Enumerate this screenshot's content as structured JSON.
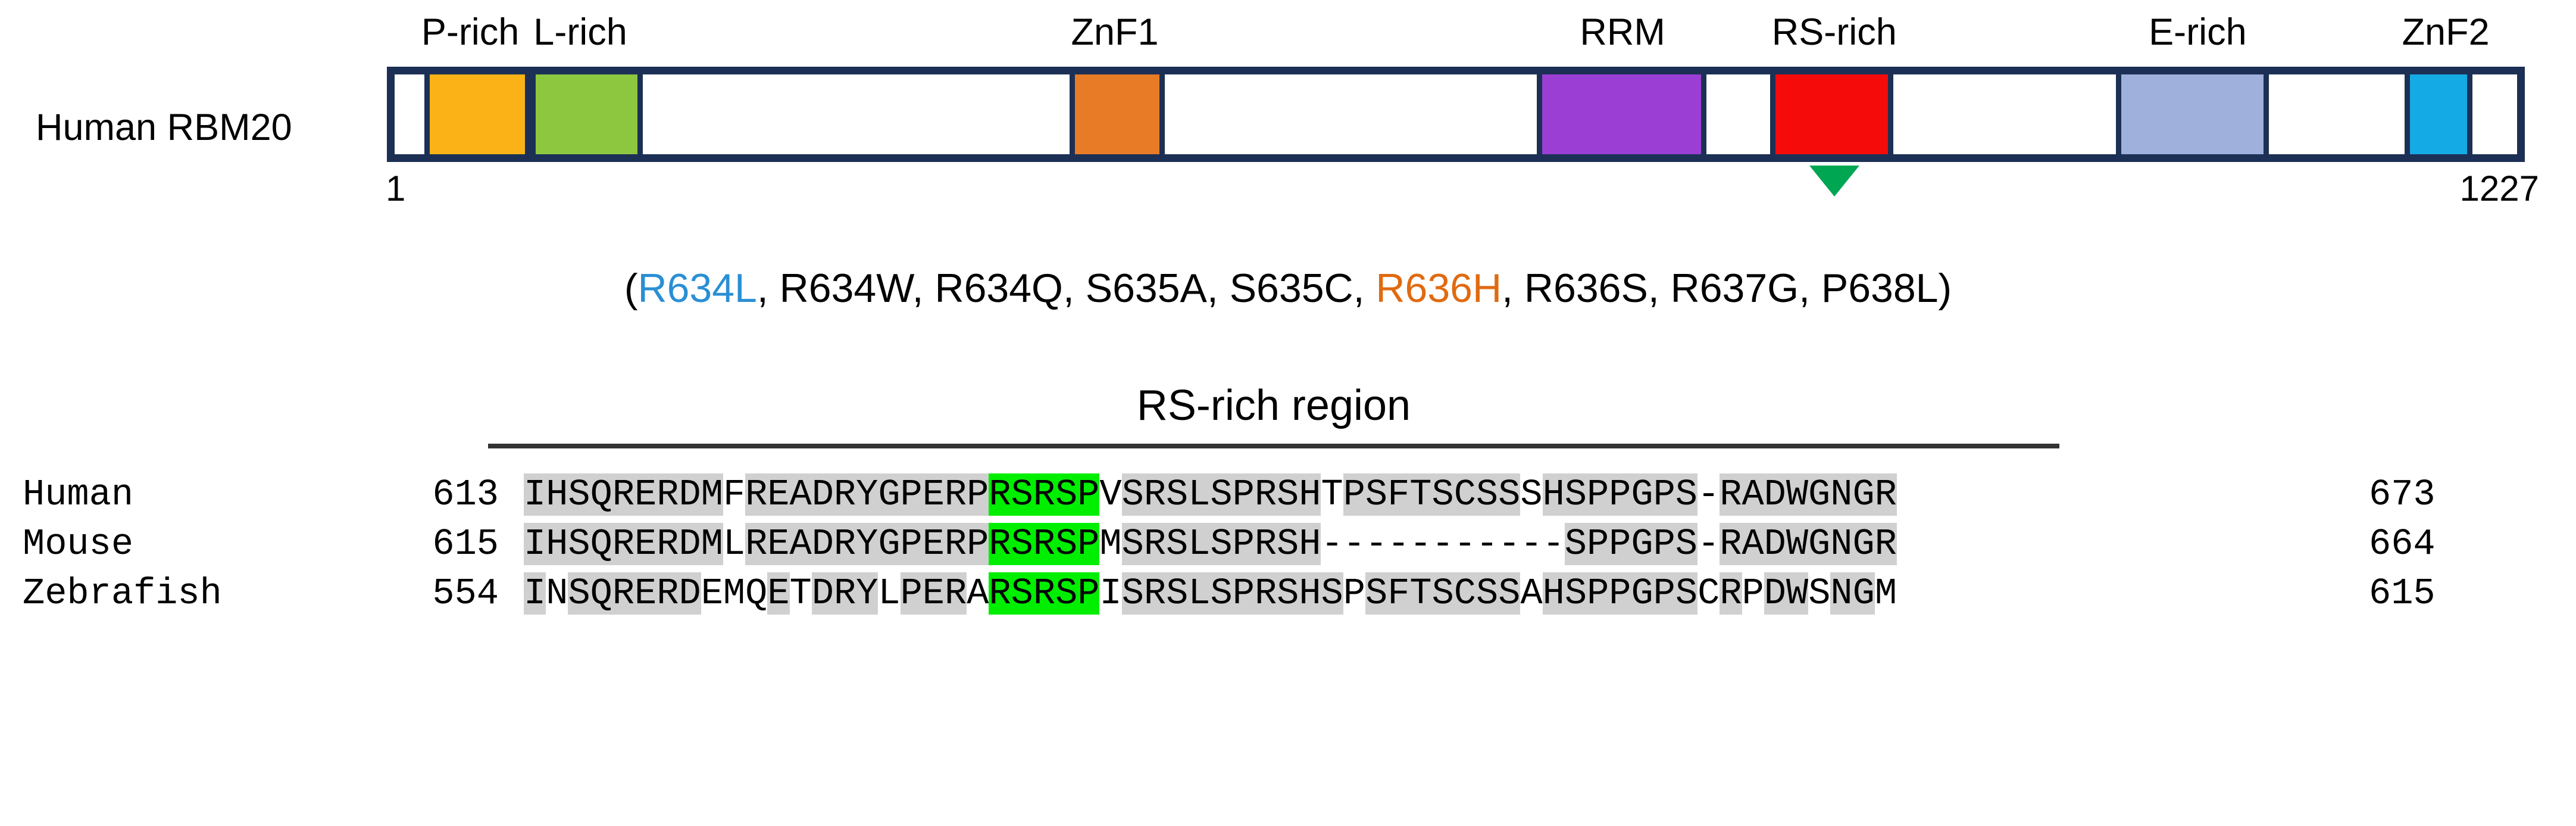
{
  "domain_figure": {
    "protein_name": "Human RBM20",
    "position_start": "1",
    "position_end": "1227",
    "bar_color": "#1c3055",
    "marker_color": "#00a651",
    "domains": [
      {
        "label": "P-rich",
        "color": "#FBB217",
        "left_pct": 1.4,
        "width_pct": 5.0
      },
      {
        "label": "L-rich",
        "color": "#8DC63F",
        "left_pct": 6.4,
        "width_pct": 5.3
      },
      {
        "label": "ZnF1",
        "color": "#E87B26",
        "left_pct": 31.8,
        "width_pct": 4.5
      },
      {
        "label": "RRM",
        "color": "#9B3FD4",
        "left_pct": 53.8,
        "width_pct": 8.0
      },
      {
        "label": "RS-rich",
        "color": "#F60B0B",
        "left_pct": 64.8,
        "width_pct": 5.8
      },
      {
        "label": "E-rich",
        "color": "#9FB0DC",
        "left_pct": 81.1,
        "width_pct": 7.2
      },
      {
        "label": "ZnF2",
        "color": "#14AAE6",
        "left_pct": 94.7,
        "width_pct": 3.2
      }
    ],
    "marker_domain": "RS-rich",
    "mutations_prefix": "(",
    "mutations_suffix": ")",
    "mutations": [
      {
        "name": "R634L",
        "color": "#2a8fd4"
      },
      {
        "name": "R634W",
        "color": "#000000"
      },
      {
        "name": "R634Q",
        "color": "#000000"
      },
      {
        "name": "S635A",
        "color": "#000000"
      },
      {
        "name": "S635C",
        "color": "#000000"
      },
      {
        "name": "R636H",
        "color": "#e06a10"
      },
      {
        "name": "R636S",
        "color": "#000000"
      },
      {
        "name": "R637G",
        "color": "#000000"
      },
      {
        "name": "P638L",
        "color": "#000000"
      }
    ]
  },
  "alignment": {
    "title": "RS-rich region",
    "highlight_color": "#00ee00",
    "conserved_color": "#d0d0d0",
    "rows": [
      {
        "species": "Human",
        "start": "613",
        "end": "673",
        "sequence": "IHSQRERDMFREADRYGPERPRSRSPVSRSLSPRSHTPSFTSCSSSHSPPGPS-RADWGNGR",
        "segments": [
          {
            "text": "IHSQRERDM",
            "bg": "gray"
          },
          {
            "text": "F",
            "bg": "white"
          },
          {
            "text": "READRYGPERP",
            "bg": "gray"
          },
          {
            "text": "RSRSP",
            "bg": "green"
          },
          {
            "text": "V",
            "bg": "white"
          },
          {
            "text": "SRSLSPRSH",
            "bg": "gray"
          },
          {
            "text": "T",
            "bg": "white"
          },
          {
            "text": "PSFTSCSS",
            "bg": "gray"
          },
          {
            "text": "S",
            "bg": "white"
          },
          {
            "text": "HSPPGPS",
            "bg": "gray"
          },
          {
            "text": "-",
            "bg": "white"
          },
          {
            "text": "RADWGNGR",
            "bg": "gray"
          }
        ]
      },
      {
        "species": "Mouse",
        "start": "615",
        "end": "664",
        "sequence": "IHSQRERDMLREADRYGPERPRSRSPMSRSLSPRSH-----------SPPGPS-RADWGNGR",
        "segments": [
          {
            "text": "IHSQRERDM",
            "bg": "gray"
          },
          {
            "text": "L",
            "bg": "white"
          },
          {
            "text": "READRYGPERP",
            "bg": "gray"
          },
          {
            "text": "RSRSP",
            "bg": "green"
          },
          {
            "text": "M",
            "bg": "white"
          },
          {
            "text": "SRSLSPRSH",
            "bg": "gray"
          },
          {
            "text": "-----------",
            "bg": "white"
          },
          {
            "text": "SPPGPS",
            "bg": "gray"
          },
          {
            "text": "-",
            "bg": "white"
          },
          {
            "text": "RADWGNGR",
            "bg": "gray"
          }
        ]
      },
      {
        "species": "Zebrafish",
        "start": "554",
        "end": "615",
        "sequence": "INSQRERDEMQETDRYLPERARSRSPISRSLSPRSHSPSFTSCSSAHSPPGPSCRPDWSNGM",
        "segments": [
          {
            "text": "I",
            "bg": "gray"
          },
          {
            "text": "N",
            "bg": "white"
          },
          {
            "text": "SQRERD",
            "bg": "gray"
          },
          {
            "text": "EMQ",
            "bg": "white"
          },
          {
            "text": "E",
            "bg": "gray"
          },
          {
            "text": "T",
            "bg": "white"
          },
          {
            "text": "DRY",
            "bg": "gray"
          },
          {
            "text": "L",
            "bg": "white"
          },
          {
            "text": "PE",
            "bg": "gray"
          },
          {
            "text": "R",
            "bg": "gray"
          },
          {
            "text": "A",
            "bg": "white"
          },
          {
            "text": "RSRSP",
            "bg": "green"
          },
          {
            "text": "I",
            "bg": "white"
          },
          {
            "text": "SRSLSPRSHS",
            "bg": "gray"
          },
          {
            "text": "P",
            "bg": "white"
          },
          {
            "text": "SFTSCSS",
            "bg": "gray"
          },
          {
            "text": "A",
            "bg": "white"
          },
          {
            "text": "HSPPGPS",
            "bg": "gray"
          },
          {
            "text": "C",
            "bg": "white"
          },
          {
            "text": "R",
            "bg": "gray"
          },
          {
            "text": "P",
            "bg": "white"
          },
          {
            "text": "DW",
            "bg": "gray"
          },
          {
            "text": "S",
            "bg": "white"
          },
          {
            "text": "NG",
            "bg": "gray"
          },
          {
            "text": "M",
            "bg": "white"
          }
        ]
      }
    ]
  }
}
